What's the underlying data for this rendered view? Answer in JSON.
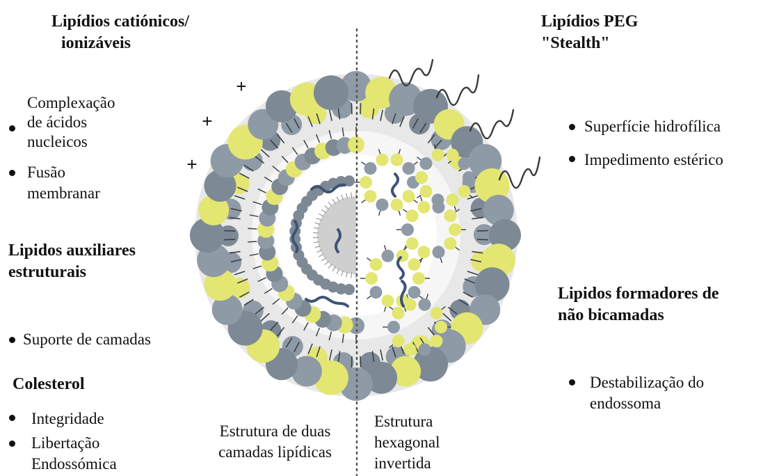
{
  "left": {
    "cationic": {
      "heading_line1": "Lipídios catiónicos/",
      "heading_line2": "ionizáveis",
      "item1_line1": "Complexação",
      "item1_line2": "de ácidos",
      "item1_line3": "nucleicos",
      "item2_line1": "Fusão",
      "item2_line2": "membranar"
    },
    "helper": {
      "heading_line1": "Lipidos auxiliares",
      "heading_line2": "estruturais",
      "item1": "Suporte de camadas"
    },
    "cholesterol": {
      "heading": "Colesterol",
      "item1": "Integridade",
      "item2_line1": "Libertação",
      "item2_line2": "Endossómica"
    }
  },
  "right": {
    "peg": {
      "heading_line1": "Lipídios PEG",
      "heading_line2": "\"Stealth\"",
      "item1": "Superfície hidrofílica",
      "item2": "Impedimento estérico"
    },
    "nonbilayer": {
      "heading_line1": "Lipidos formadores de",
      "heading_line2": "não bicamadas",
      "item1_line1": "Destabilização do",
      "item1_line2": "endossoma"
    }
  },
  "bottom": {
    "bilayer_line1": "Estrutura de duas",
    "bilayer_line2": "camadas lipídicas",
    "hex_line1": "Estrutura",
    "hex_line2": "hexagonal",
    "hex_line3": "invertida"
  },
  "diagram": {
    "charge_symbol": "+",
    "colors": {
      "gray_head": "#8e9aa5",
      "gray_dark": "#7d8994",
      "yellow_head": "#e3e671",
      "tail": "#3a3f46",
      "core_light": "#eeeeee",
      "nucleic_acid": "#3e5377",
      "peg_chain": "#3a3a3a",
      "divider": "#555555"
    }
  }
}
